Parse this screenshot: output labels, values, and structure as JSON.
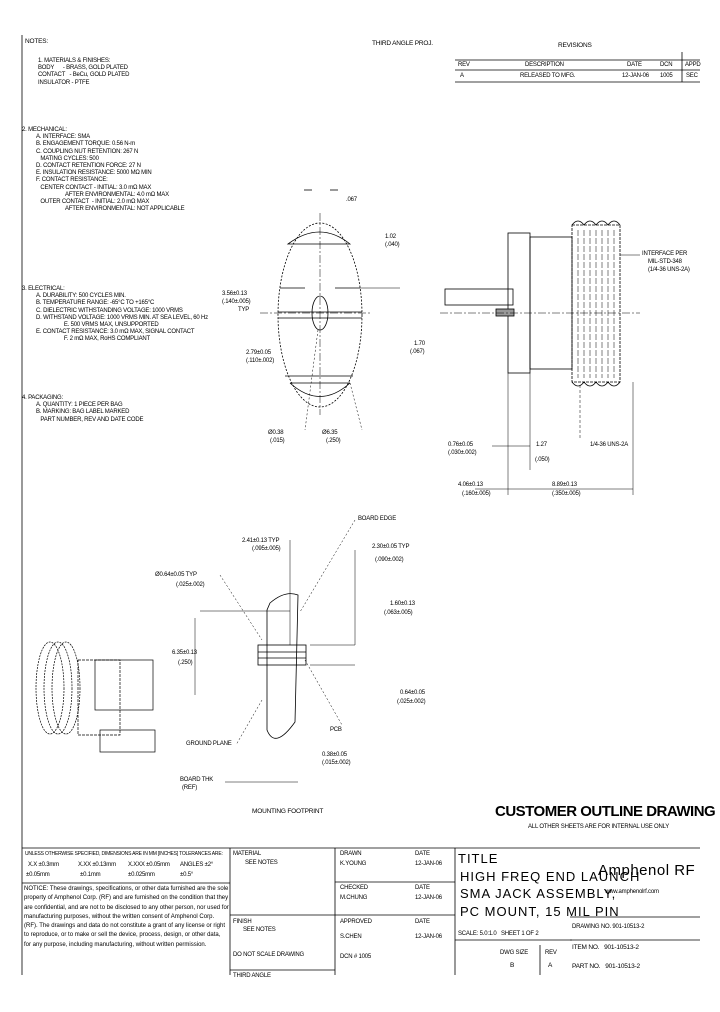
{
  "notes": {
    "heading": "NOTES:",
    "n1": [
      "1. MATERIALS & FINISHES:",
      "BODY      - BRASS, GOLD PLATED",
      "CONTACT   - BeCu, GOLD PLATED",
      "INSULATOR - PTFE"
    ],
    "n2": [
      "2. MECHANICAL:",
      "A. INTERFACE: SMA",
      "B. ENGAGEMENT TORQUE: 0.56 N-m",
      "C. COUPLING NUT RETENTION: 267 N",
      "   MATING CYCLES: 500",
      "D. CONTACT RETENTION FORCE: 27 N",
      "E. INSULATION RESISTANCE: 5000 MΩ MIN",
      "F. CONTACT RESISTANCE:",
      "   CENTER CONTACT - INITIAL: 3.0 mΩ MAX",
      "                    AFTER ENVIRONMENTAL: 4.0 mΩ MAX",
      "   OUTER CONTACT  - INITIAL: 2.0 mΩ MAX",
      "                    AFTER ENVIRONMENTAL: NOT APPLICABLE"
    ],
    "n3": [
      "3. ELECTRICAL:",
      "A. DURABILITY: 500 CYCLES MIN.",
      "B. TEMPERATURE RANGE: -65°C TO +165°C",
      "C. DIELECTRIC WITHSTANDING VOLTAGE: 1000 VRMS",
      "D. WITHSTAND VOLTAGE: 1000 VRMS MIN. AT SEA LEVEL, 60 Hz",
      "                   E. 500 VRMS MAX, UNSUPPORTED",
      "E. CONTACT RESISTANCE: 3.0 mΩ MAX, SIGNAL CONTACT",
      "                   F. 2 mΩ MAX, RoHS COMPLIANT"
    ],
    "n4": [
      "4. PACKAGING:",
      "A. QUANTITY: 1 PIECE PER BAG",
      "B. MARKING: BAG LABEL MARKED",
      "   PART NUMBER, REV AND DATE CODE"
    ]
  },
  "third_angle": "THIRD ANGLE PROJ.",
  "revisions": {
    "heading": "REVISIONS",
    "columns": [
      "REV",
      "DESCRIPTION",
      "DATE",
      "DCN",
      "APPD"
    ],
    "rows": [
      [
        "A",
        "RELEASED TO MFG.",
        "12-JAN-06",
        "1005",
        "SEC"
      ]
    ]
  },
  "dims": {
    "top_width": ".067",
    "top_height1": "1.02",
    "top_height1b": "(.040)",
    "hole1": "3.56±0.13",
    "hole1b": "(.140±.005)",
    "hole1c": "TYP",
    "hole2": "2.79±0.05",
    "hole2b": "(.110±.002)",
    "dia1": "Ø0.38",
    "dia1b": "(.015)",
    "dia2": "Ø6.35",
    "dia2b": "(.250)",
    "side_h": "1.70",
    "side_hb": "(.067)",
    "interface": "INTERFACE PER",
    "interface2": "MIL-STD-348",
    "interface3": "(1/4-36 UNS-2A)",
    "thread": "1/4-36 UNS-2A",
    "len1": "0.76±0.05",
    "len1b": "(.030±.002)",
    "len2": "1.27",
    "len2b": "(.050)",
    "len3": "4.06±0.13",
    "len3b": "(.160±.005)",
    "len4": "8.89±0.13",
    "len4b": "(.350±.005)",
    "board_edge": "BOARD EDGE",
    "pad1": "2.41±0.13 TYP",
    "pad1b": "(.095±.005)",
    "pad2": "2.30±0.05 TYP",
    "pad2b": "(.090±.002)",
    "pad3": "Ø0.64±0.05 TYP",
    "pad3b": "(.025±.002)",
    "pad4": "1.60±0.13",
    "pad4b": "(.063±.005)",
    "pad5": "6.35±0.13",
    "pad5b": "(.250)",
    "pad6": "0.64±0.05",
    "pad6b": "(.025±.002)",
    "pad7": "0.38±0.05",
    "pad7b": "(.015±.002)",
    "ground": "GROUND PLANE",
    "pcb": "PCB",
    "board": "BOARD THK",
    "boardb": "(REF)",
    "footprint": "MOUNTING FOOTPRINT"
  },
  "banner": {
    "title": "CUSTOMER OUTLINE DRAWING",
    "subtitle": "ALL OTHER SHEETS ARE FOR INTERNAL USE ONLY"
  },
  "title_block": {
    "tolerances_header": "UNLESS OTHERWISE SPECIFIED, DIMENSIONS ARE IN MM [INCHES] TOLERANCES ARE:",
    "tol": [
      "X.X ±0.3mm",
      "X.XX ±0.13mm",
      "X.XXX ±0.05mm",
      "ANGLES ±2°"
    ],
    "tol2": [
      "±0.05mm",
      "±0.1mm",
      "±0.025mm",
      "±0.5°"
    ],
    "notice": "NOTICE: These drawings, specifications, or other data furnished are the sole property of Amphenol Corp. (RF) and are furnished on the condition that they are confidential, and are not to be disclosed to any other person, nor used for manufacturing purposes, without the written consent of Amphenol Corp. (RF). The drawings and data do not constitute a grant of any license or right to reproduce, or to make or sell the device, process, design, or other data, for any purpose, including manufacturing, without written permission.",
    "material_label": "MATERIAL",
    "material_value": "SEE NOTES",
    "finish_label": "FINISH",
    "finish_value": "SEE NOTES",
    "do_not_scale": "DO NOT SCALE DRAWING",
    "third_label": "THIRD ANGLE",
    "drawn_label": "DRAWN",
    "drawn_by": "K.YOUNG",
    "drawn_date_label": "DATE",
    "drawn_date": "12-JAN-06",
    "checked_label": "CHECKED",
    "checked_by": "M.CHUNG",
    "checked_date_label": "DATE",
    "checked_date": "12-JAN-06",
    "approved_label": "APPROVED",
    "approved_by": "S.CHEN",
    "approved_date_label": "DATE",
    "approved_date": "12-JAN-06",
    "dcn_label": "DCN # 1005",
    "title_label": "TITLE",
    "title_lines": [
      "HIGH FREQ END LAUNCH",
      "SMA JACK ASSEMBLY,",
      "PC MOUNT, 15 MIL PIN"
    ],
    "brand": "Amphenol RF",
    "website": "www.amphenolrf.com",
    "scale": "SCALE: 5.0:1.0   SHEET 1 OF 2",
    "dwg_size_label": "DWG SIZE",
    "dwg_size": "B",
    "rev_label": "REV",
    "rev": "A",
    "drawing_no": "DRAWING NO. 901-10513-2",
    "item_no": "ITEM NO.   901-10513-2",
    "part_no": "PART NO.   901-10513-2"
  }
}
